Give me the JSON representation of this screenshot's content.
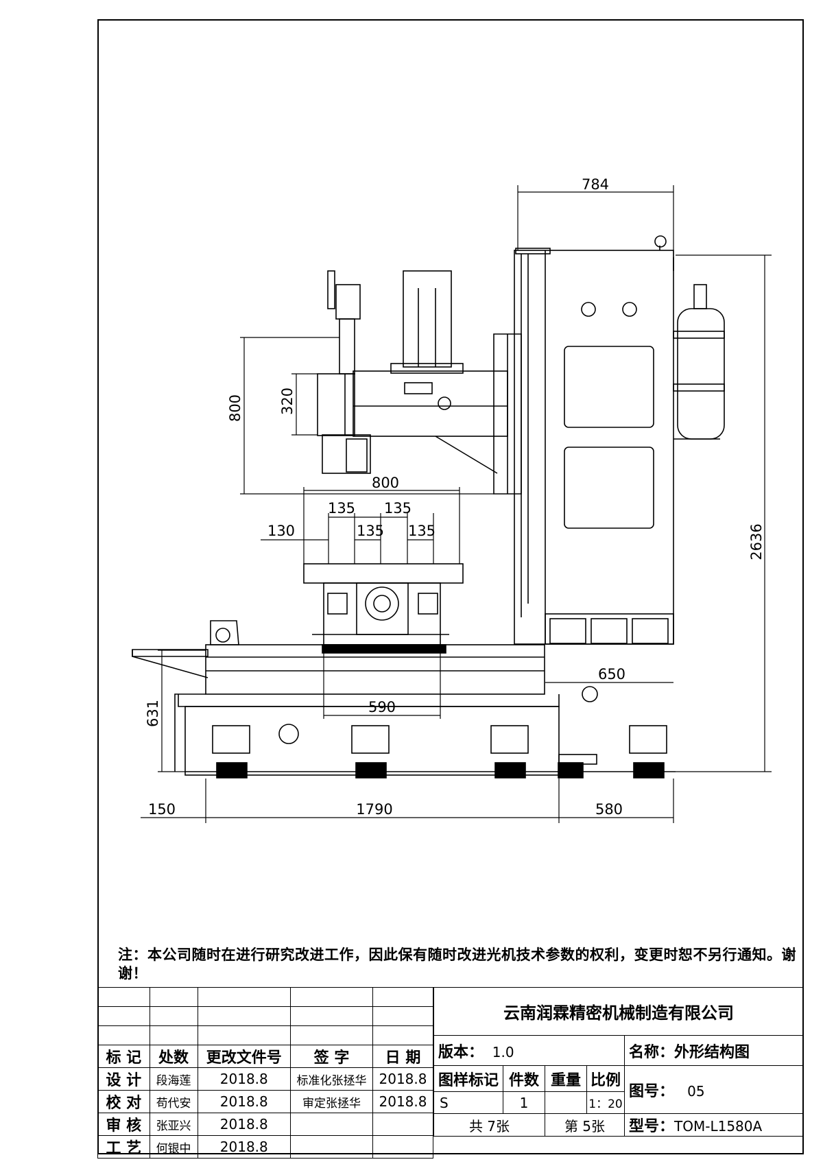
{
  "dimensions": {
    "d784": "784",
    "d2636": "2636",
    "d800v": "800",
    "d320": "320",
    "d800h": "800",
    "d135a": "135",
    "d135b": "135",
    "d130": "130",
    "d135c": "135",
    "d135d": "135",
    "d650": "650",
    "d590": "590",
    "d631": "631",
    "d150": "150",
    "d1790": "1790",
    "d580": "580"
  },
  "note": "注：本公司随时在进行研究改进工作，因此保有随时改进光机技术参数的权利，变更时恕不另行通知。谢谢！",
  "title_block": {
    "headers": [
      "标 记",
      "处数",
      "更改文件号",
      "签 字",
      "日 期"
    ],
    "rows": [
      {
        "role": "设 计",
        "name": "段海莲",
        "date": "2018.8",
        "role2": "标准化",
        "name2": "张拯华",
        "date2": "2018.8"
      },
      {
        "role": "校 对",
        "name": "苟代安",
        "date": "2018.8",
        "role2": "审定",
        "name2": "张拯华",
        "date2": "2018.8"
      },
      {
        "role": "审 核",
        "name": "张亚兴",
        "date": "2018.8"
      },
      {
        "role": "工 艺",
        "name": "何银中",
        "date": "2018.8"
      }
    ],
    "company": "云南润霖精密机械制造有限公司",
    "version_label": "版本：",
    "version": "1.0",
    "name_label": "名称：",
    "name_value": "外形结构图",
    "col_headers": [
      "图样标记",
      "件数",
      "重量",
      "比例"
    ],
    "mark": "S",
    "count": "1",
    "weight": "",
    "scale": "1：20",
    "drawing_no_label": "图号：",
    "drawing_no": "05",
    "total_sheets": "共 7张",
    "sheet_no": "第 5张",
    "model_label": "型号：",
    "model": "TOM-L1580A"
  }
}
